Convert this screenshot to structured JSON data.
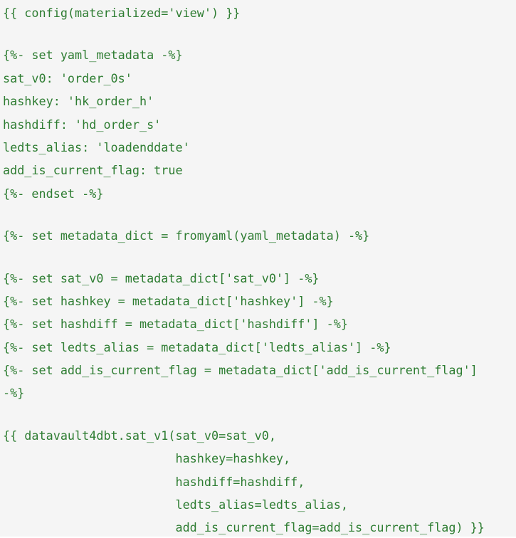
{
  "code": {
    "lines": [
      "{{ config(materialized='view') }}",
      "",
      "{%- set yaml_metadata -%}",
      "sat_v0: 'order_0s'",
      "hashkey: 'hk_order_h'",
      "hashdiff: 'hd_order_s'",
      "ledts_alias: 'loadenddate'",
      "add_is_current_flag: true",
      "{%- endset -%}",
      "",
      "{%- set metadata_dict = fromyaml(yaml_metadata) -%}",
      "",
      "{%- set sat_v0 = metadata_dict['sat_v0'] -%}",
      "{%- set hashkey = metadata_dict['hashkey'] -%}",
      "{%- set hashdiff = metadata_dict['hashdiff'] -%}",
      "{%- set ledts_alias = metadata_dict['ledts_alias'] -%}",
      "{%- set add_is_current_flag = metadata_dict['add_is_current_flag']",
      "-%}",
      "",
      "{{ datavault4dbt.sat_v1(sat_v0=sat_v0,",
      "                        hashkey=hashkey,",
      "                        hashdiff=hashdiff,",
      "                        ledts_alias=ledts_alias,",
      "                        add_is_current_flag=add_is_current_flag) }}"
    ]
  }
}
